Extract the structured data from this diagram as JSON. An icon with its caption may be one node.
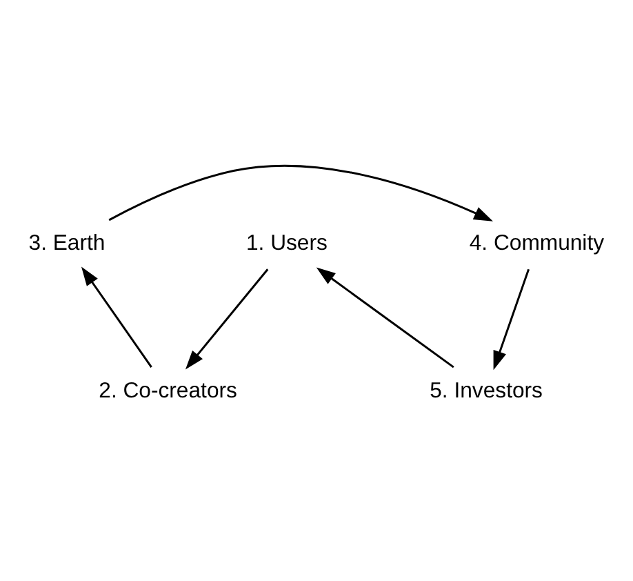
{
  "diagram": {
    "nodes": [
      {
        "text": [
          "1. Users"
        ]
      },
      {
        "text": [
          "3. Earth"
        ]
      },
      {
        "text": [
          "4. Community"
        ]
      },
      {
        "text": [
          "5. Investors"
        ]
      },
      {
        "text": [
          "2. Co-creators"
        ]
      }
    ],
    "edges": [
      {
        "from": 0,
        "to": 4,
        "arrow": "to"
      },
      {
        "from": 4,
        "to": 1,
        "arrow": "to"
      },
      {
        "from": 1,
        "to": 2,
        "arrow": "to"
      },
      {
        "from": 2,
        "to": 3,
        "arrow": "to"
      },
      {
        "from": 3,
        "to": 0,
        "arrow": "to"
      }
    ]
  }
}
